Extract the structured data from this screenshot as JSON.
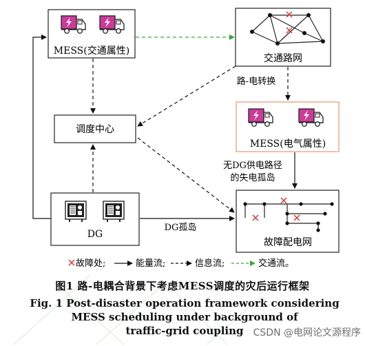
{
  "nodes": {
    "mess_traffic": "MESS(交通属性)",
    "road_network": "交通路网",
    "dispatch_center": "调度中心",
    "mess_electric": "MESS(电气属性)",
    "dg": "DG",
    "fault_grid": "故障配电网"
  },
  "edge_labels": {
    "road_grid_conversion": "路-电转换",
    "no_dg_line1": "无DG供电路径",
    "no_dg_line2": "的失电孤岛",
    "dg_island": "DG孤岛"
  },
  "legend": {
    "fault": "故障处;",
    "energy_flow": "能量流;",
    "info_flow": "信息流;",
    "traffic_flow": "交通流。"
  },
  "caption": {
    "cn": "图1   路-电耦合背景下考虑MESS调度的灾后运行框架",
    "en_line1": "Fig. 1   Post-disaster operation framework considering",
    "en_line2": "MESS scheduling under background of",
    "en_line3": "traffic-grid coupling"
  },
  "watermark": "CSDN @电网论文源程序",
  "colors": {
    "truck": "#cc3a9a",
    "traffic_arrow": "#3aa83a",
    "fault_mark": "#e03030",
    "mess_electric_border": "#e8956a"
  }
}
